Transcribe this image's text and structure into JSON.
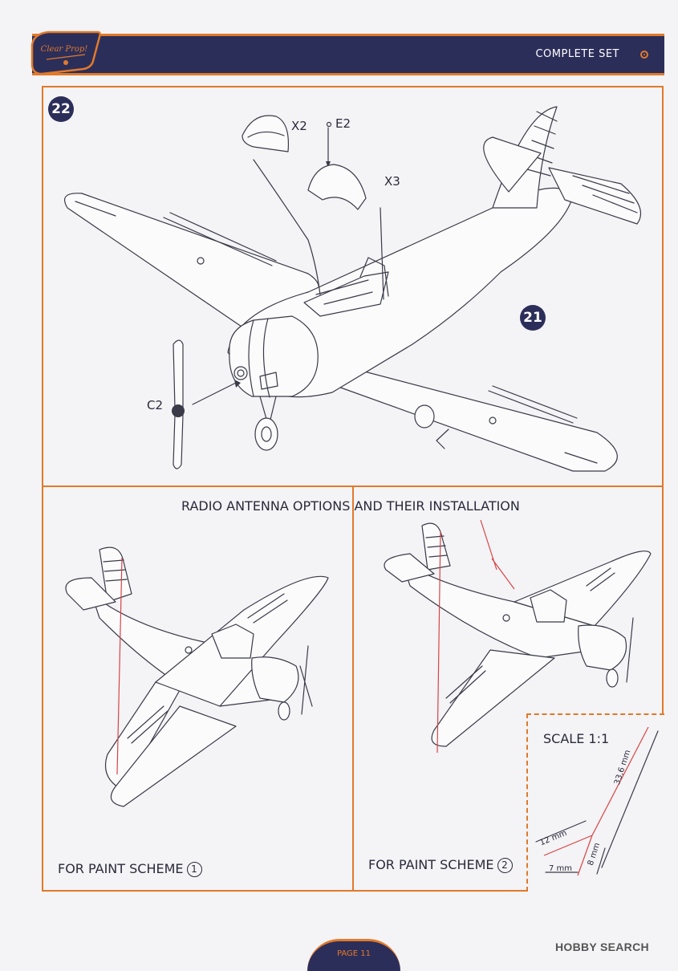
{
  "header": {
    "title": "COMPLETE SET",
    "brand_logo_text": "Clear Prop!",
    "colors": {
      "navy": "#2c2e5a",
      "orange": "#e07a2a"
    }
  },
  "steps": [
    {
      "number": "22"
    },
    {
      "number": "21"
    }
  ],
  "parts": {
    "x2": "X2",
    "e2": "E2",
    "x3": "X3",
    "c2": "C2"
  },
  "antenna": {
    "section_title": "RADIO ANTENNA OPTIONS AND THEIR INSTALLATION",
    "scheme_label": "FOR PAINT SCHEME",
    "scheme_1": "1",
    "scheme_2": "2"
  },
  "scale": {
    "title": "SCALE 1:1",
    "dim_long": "33,6 mm",
    "dim_12": "12 mm",
    "dim_8": "8 mm",
    "dim_7": "7 mm"
  },
  "footer": {
    "page": "PAGE 11",
    "watermark": "HOBBY SEARCH"
  }
}
